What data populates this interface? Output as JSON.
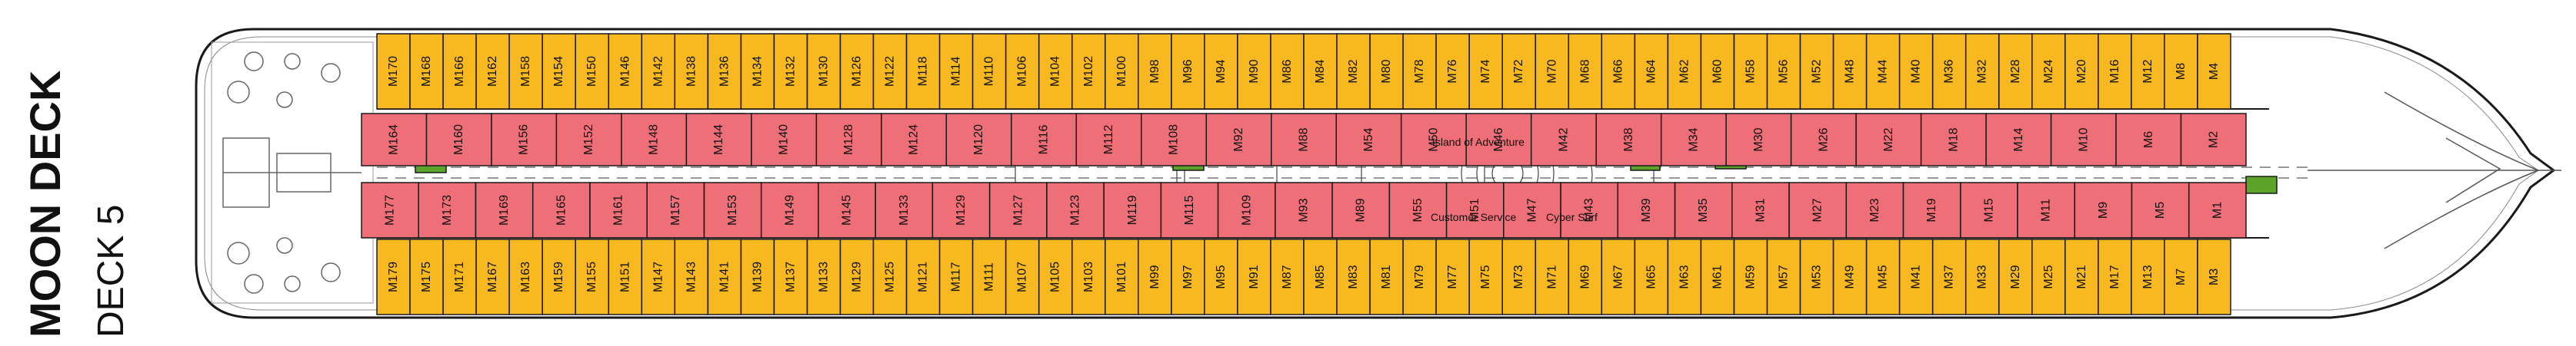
{
  "deck": {
    "title": "MOON DECK",
    "subtitle": "DECK 5"
  },
  "colors": {
    "outside": "#f7b820",
    "inside": "#ef6f78",
    "service": "#5ba32b",
    "line": "#1a1a1a",
    "paper": "#ffffff"
  },
  "labels": {
    "island": "Island of Adventure",
    "customer": "Customer Service",
    "cyber": "Cyber Surf"
  },
  "cabins": {
    "topOutside": [
      "M170",
      "M168",
      "M166",
      "M162",
      "M158",
      "M154",
      "M150",
      "M146",
      "M142",
      "M138",
      "M136",
      "M134",
      "M132",
      "M130",
      "M126",
      "M122",
      "M118",
      "M114",
      "M110",
      "M106",
      "M104",
      "M102",
      "M100",
      "M98",
      "M96",
      "M94",
      "M90",
      "M86",
      "M84",
      "M82",
      "M80",
      "M78",
      "M76",
      "M74",
      "M72",
      "M70",
      "M68",
      "M66",
      "M64",
      "M62",
      "M60",
      "M58",
      "M56",
      "M52",
      "M48",
      "M44",
      "M40",
      "M36",
      "M32",
      "M28",
      "M24",
      "M20",
      "M16",
      "M12",
      "M8",
      "M4"
    ],
    "topInside": [
      "M164",
      "M160",
      "M156",
      "M152",
      "M148",
      "M144",
      "M140",
      "M128",
      "M124",
      "M120",
      "M116",
      "M112",
      "M108",
      "M92",
      "M88",
      "M54",
      "M50",
      "M46",
      "M42",
      "M38",
      "M34",
      "M30",
      "M26",
      "M22",
      "M18",
      "M14",
      "M10",
      "M6",
      "M2"
    ],
    "bottomInside": [
      "M177",
      "M173",
      "M169",
      "M165",
      "M161",
      "M157",
      "M153",
      "M149",
      "M145",
      "M133",
      "M129",
      "M127",
      "M123",
      "M119",
      "M115",
      "M109",
      "M93",
      "M89",
      "M55",
      "M51",
      "M47",
      "M43",
      "M39",
      "M35",
      "M31",
      "M27",
      "M23",
      "M19",
      "M15",
      "M11",
      "M9",
      "M5",
      "M1"
    ],
    "bottomOutside": [
      "M179",
      "M175",
      "M171",
      "M167",
      "M163",
      "M159",
      "M155",
      "M151",
      "M147",
      "M143",
      "M141",
      "M139",
      "M137",
      "M133",
      "M129",
      "M125",
      "M121",
      "M117",
      "M111",
      "M107",
      "M105",
      "M103",
      "M101",
      "M99",
      "M97",
      "M95",
      "M91",
      "M87",
      "M85",
      "M83",
      "M81",
      "M79",
      "M77",
      "M75",
      "M73",
      "M71",
      "M69",
      "M67",
      "M65",
      "M63",
      "M61",
      "M59",
      "M57",
      "M53",
      "M49",
      "M45",
      "M41",
      "M37",
      "M33",
      "M29",
      "M25",
      "M21",
      "M17",
      "M13",
      "M7",
      "M3"
    ]
  }
}
